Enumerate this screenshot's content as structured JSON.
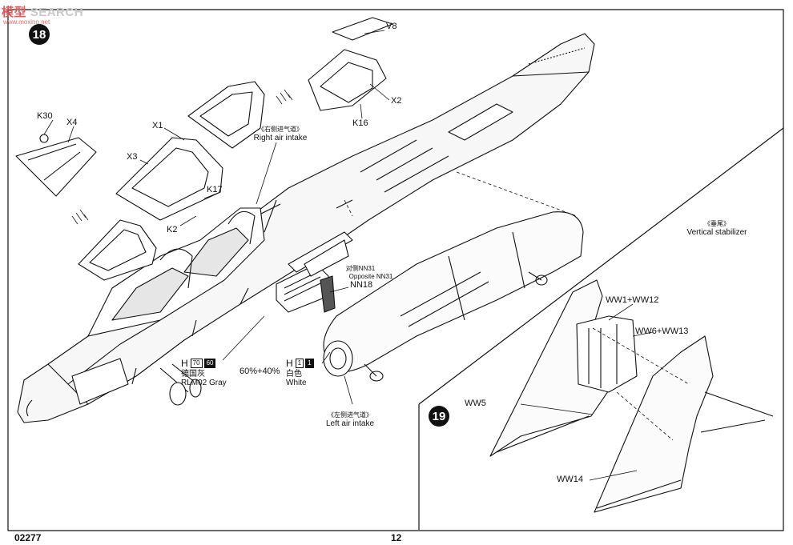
{
  "watermark": {
    "brand_a": "模型",
    "brand_b": "SEARCH",
    "url": "www.moxing.net"
  },
  "steps": {
    "step18": "18",
    "step19": "19"
  },
  "parts": {
    "v8": "V8",
    "x2": "X2",
    "k16": "K16",
    "k30": "K30",
    "x4": "X4",
    "x1": "X1",
    "x3": "X3",
    "k17": "K17",
    "k2": "K2",
    "nn18": "NN18",
    "ww5": "WW5",
    "ww14": "WW14",
    "ww1_ww12": "WW1+WW12",
    "ww6_ww13": "WW6+WW13"
  },
  "callouts": {
    "right_intake_cn": "《右侧进气道》",
    "right_intake_en": "Right air intake",
    "left_intake_cn": "《左侧进气道》",
    "left_intake_en": "Left air intake",
    "opposite_cn": "对侧NN31",
    "opposite_en": "Opposite NN31",
    "vstab_cn": "《垂尾》",
    "vstab_en": "Vertical stabilizer"
  },
  "paint": {
    "gray": {
      "letter": "H",
      "code1": "70",
      "code2": "60",
      "cn": "德国灰",
      "en": "RLM02 Gray"
    },
    "white": {
      "letter": "H",
      "code1": "1",
      "code2": "1",
      "cn": "白色",
      "en": "White"
    },
    "mix": "60%+40%"
  },
  "footer": {
    "kit_number": "02277",
    "page_number": "12"
  },
  "colors": {
    "ink": "#111111",
    "paper": "#ffffff",
    "watermark_red": "#e05a5a",
    "watermark_gray": "#c9c9c9"
  },
  "icons": [
    "step-badge-icon",
    "cement-hatch-icon",
    "aircraft-fuselage-drawing",
    "canopy-drawing",
    "vertical-stabilizer-drawing"
  ]
}
